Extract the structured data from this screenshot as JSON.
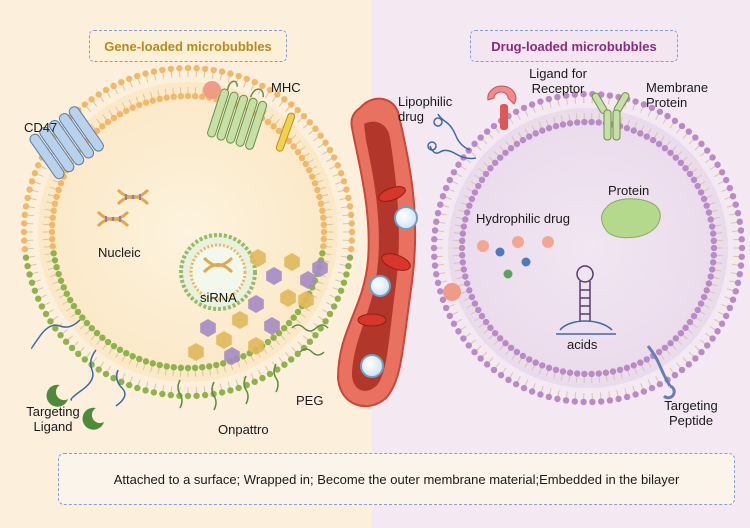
{
  "titles": {
    "gene": "Gene-loaded microbubbles",
    "drug": "Drug-loaded microbubbles"
  },
  "gene_labels": {
    "cd47": "CD47",
    "mhc": "MHC",
    "nucleic": "Nucleic",
    "sirna": "siRNA",
    "peg": "PEG",
    "onpattro": "Onpattro",
    "targeting_ligand_line1": "Targeting",
    "targeting_ligand_line2": "Ligand"
  },
  "drug_labels": {
    "lipophilic_line1": "Lipophilic",
    "lipophilic_line2": "drug",
    "ligand_receptor_line1": "Ligand for",
    "ligand_receptor_line2": "Receptor",
    "membrane_protein_line1": "Membrane",
    "membrane_protein_line2": "Protein",
    "protein": "Protein",
    "hydrophilic": "Hydrophilic drug",
    "acids": "acids",
    "targeting_peptide_line1": "Targeting",
    "targeting_peptide_line2": "Peptide"
  },
  "caption": "Attached to a surface; Wrapped in; Become the outer membrane material;Embedded in the bilayer",
  "colors": {
    "gene_bg": "#fcf0dc",
    "drug_bg": "#f4e9f2",
    "gene_membrane_top": "#f1b86a",
    "gene_membrane_bottom": "#8fb24c",
    "drug_membrane": "#b98bc6",
    "vessel": "#e05a4f",
    "red_cell": "#d1392b"
  }
}
